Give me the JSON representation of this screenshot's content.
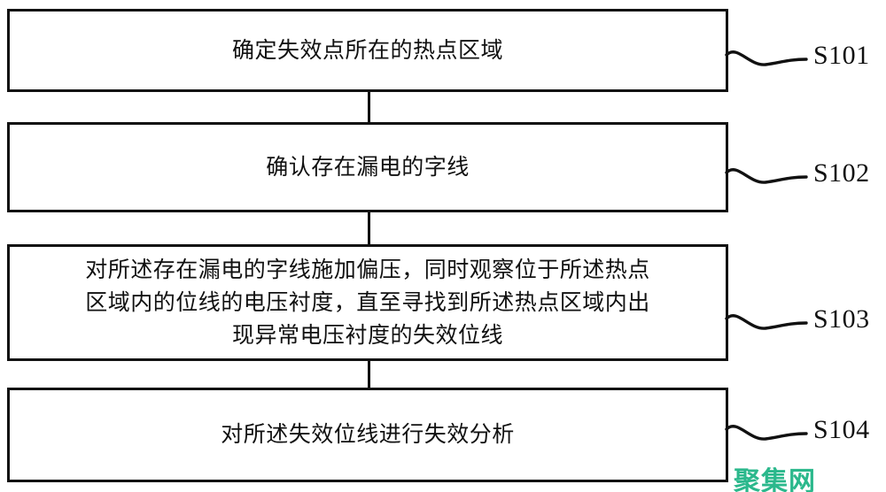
{
  "diagram": {
    "type": "flowchart",
    "orientation": "vertical",
    "background_color": "#ffffff",
    "line_color": "#111111",
    "steps": [
      {
        "id": "S101",
        "label": "S101",
        "text": "确定失效点所在的热点区域"
      },
      {
        "id": "S102",
        "label": "S102",
        "text": "确认存在漏电的字线"
      },
      {
        "id": "S103",
        "label": "S103",
        "text": "对所述存在漏电的字线施加偏压，同时观察位于所述热点\n区域内的位线的电压衬度，直至寻找到所述热点区域内出\n现异常电压衬度的失效位线"
      },
      {
        "id": "S104",
        "label": "S104",
        "text": "对所述失效位线进行失效分析"
      }
    ]
  },
  "watermark": {
    "text": "聚集网",
    "color": "#2bb88c"
  }
}
